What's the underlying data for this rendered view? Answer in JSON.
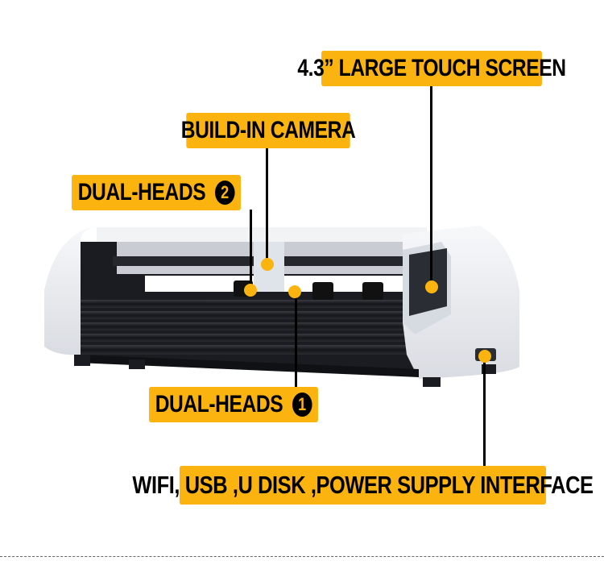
{
  "labels": {
    "touch_screen": "4.3” LARGE TOUCH SCREEN",
    "camera": "BUILD-IN CAMERA",
    "dual_heads_2": "DUAL-HEADS",
    "dual_heads_2_num": "2",
    "dual_heads_1": "DUAL-HEADS",
    "dual_heads_1_num": "1",
    "interface": "WIFI, USB ,U DISK ,POWER SUPPLY INTERFACE"
  },
  "colors": {
    "accent": "#fbb40f",
    "text": "#000000",
    "machine_body": "#e9ebef",
    "machine_dark": "#1c1d22"
  },
  "product": "vinyl cutter plotter"
}
